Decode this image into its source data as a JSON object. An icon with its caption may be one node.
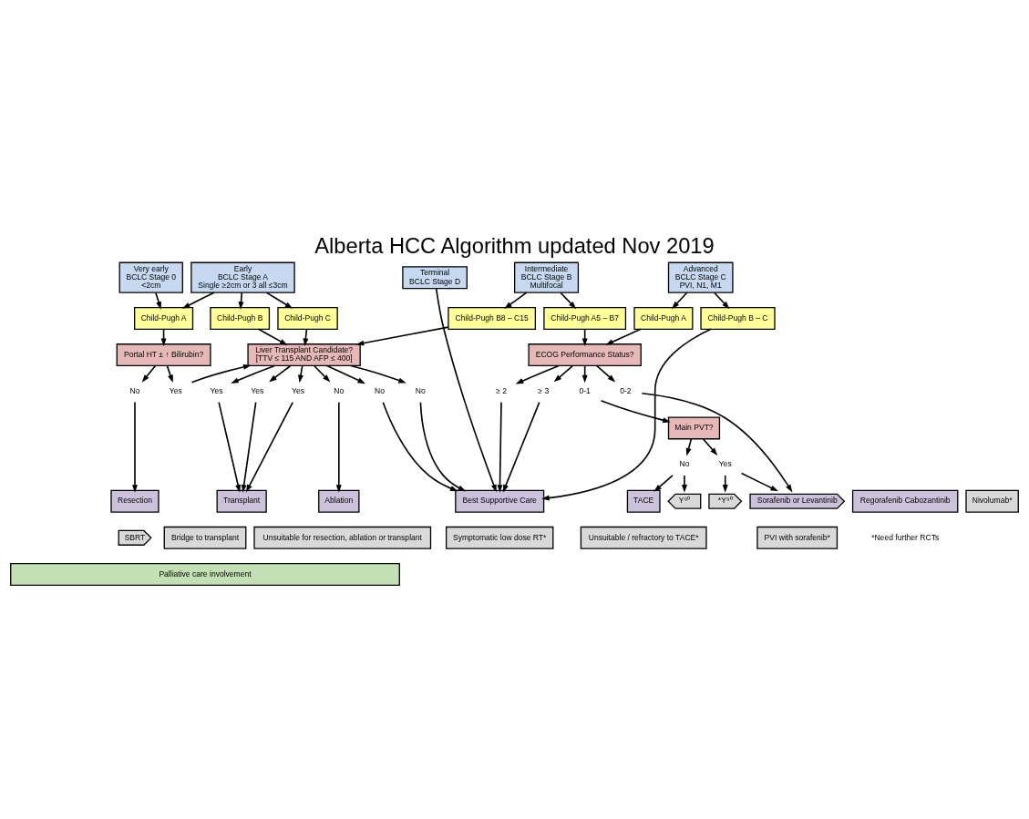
{
  "diagram": {
    "title": "Alberta HCC Algorithm updated Nov 2019",
    "nodes": [
      {
        "text": [
          "Very early",
          "BCLC Stage 0",
          "<2cm"
        ]
      },
      {
        "text": [
          "Early",
          "BCLC Stage A",
          "Single ≥2cm or 3 all ≤3cm"
        ]
      },
      {
        "text": [
          "Intermediate",
          "BCLC Stage B",
          "Multifocal"
        ]
      },
      {
        "text": [
          "Advanced",
          "BCLC Stage C",
          "PVI, N1, M1"
        ]
      },
      {
        "text": [
          "Terminal",
          "BCLC Stage D"
        ]
      },
      {
        "text": [
          "Child-Pugh A"
        ]
      },
      {
        "text": [
          "Child-Pugh B"
        ]
      },
      {
        "text": [
          "Child-Pugh C"
        ]
      },
      {
        "text": [
          "Child-Pugh B8 – C15"
        ]
      },
      {
        "text": [
          "Child-Pugh A5 – B7"
        ]
      },
      {
        "text": [
          "Child-Pugh A"
        ]
      },
      {
        "text": [
          "Child-Pugh B – C"
        ]
      },
      {
        "text": [
          "Portal HT ± ↑ Bilirubin?"
        ]
      },
      {
        "text": [
          "Liver Transplant Candidate?",
          "[TTV ≤ 115 AND AFP ≤ 400]"
        ]
      },
      {
        "text": [
          "ECOG Performance Status?"
        ]
      },
      {
        "text": [
          "No"
        ]
      },
      {
        "text": [
          "Yes"
        ]
      },
      {
        "text": [
          "No"
        ]
      },
      {
        "text": [
          "Yes"
        ]
      },
      {
        "text": [
          "Yes"
        ]
      },
      {
        "text": [
          "No"
        ]
      },
      {
        "text": [
          "Yes"
        ]
      },
      {
        "text": [
          "No"
        ]
      },
      {
        "text": [
          "0-1"
        ]
      },
      {
        "text": [
          "≥ 2"
        ]
      },
      {
        "text": [
          "0-2"
        ]
      },
      {
        "text": [
          "≥ 3"
        ]
      },
      {
        "text": [
          "Main PVT?"
        ]
      },
      {
        "text": [
          "No"
        ]
      },
      {
        "text": [
          "Yes"
        ]
      },
      {
        "text": [
          "Resection"
        ]
      },
      {
        "text": [
          "Ablation"
        ]
      },
      {
        "text": [
          "Transplant"
        ]
      },
      {
        "text": [
          "Y⁹⁰"
        ]
      },
      {
        "text": [
          "TACE"
        ]
      },
      {
        "text": [
          "*Y⁹⁰"
        ]
      },
      {
        "text": [
          "Sorafenib or Levantinib"
        ]
      },
      {
        "text": [
          "Regorafenib Cabozantinib"
        ]
      },
      {
        "text": [
          "Nivolumab*"
        ]
      },
      {
        "text": [
          "Best Supportive Care"
        ]
      },
      {
        "text": [
          "SBRT"
        ]
      },
      {
        "text": [
          "Unsuitable for resection, ablation or transplant"
        ]
      },
      {
        "text": [
          "Bridge to transplant"
        ]
      },
      {
        "text": [
          "Unsuitable / refractory to TACE*"
        ]
      },
      {
        "text": [
          "PVI with sorafenib*"
        ]
      },
      {
        "text": [
          "Symptomatic low dose RT*"
        ]
      },
      {
        "text": [
          "Palliative care involvement"
        ]
      }
    ],
    "edges": [
      {
        "from": 0,
        "to": 5,
        "arrow": "to"
      },
      {
        "from": 1,
        "to": 5,
        "arrow": "to"
      },
      {
        "from": 1,
        "to": 6,
        "arrow": "to"
      },
      {
        "from": 1,
        "to": 7,
        "arrow": "to"
      },
      {
        "from": 2,
        "to": 8,
        "arrow": "to"
      },
      {
        "from": 2,
        "to": 9,
        "arrow": "to"
      },
      {
        "from": 3,
        "to": 10,
        "arrow": "to"
      },
      {
        "from": 3,
        "to": 11,
        "arrow": "to"
      },
      {
        "from": 4,
        "to": 39,
        "arrow": "to"
      },
      {
        "from": 5,
        "to": 12,
        "arrow": "to"
      },
      {
        "from": 6,
        "to": 13,
        "arrow": "to"
      },
      {
        "from": 7,
        "to": 13,
        "arrow": "to"
      },
      {
        "from": 8,
        "to": 13,
        "arrow": "to"
      },
      {
        "from": 9,
        "to": 14,
        "arrow": "to"
      },
      {
        "from": 10,
        "to": 14,
        "arrow": "to"
      },
      {
        "from": 11,
        "to": 39,
        "arrow": "to"
      },
      {
        "from": 12,
        "to": 15,
        "arrow": "to"
      },
      {
        "from": 12,
        "to": 16,
        "arrow": "to"
      },
      {
        "from": 16,
        "to": 13,
        "arrow": "to"
      },
      {
        "from": 13,
        "to": 17,
        "arrow": "to"
      },
      {
        "from": 13,
        "to": 18,
        "arrow": "to"
      },
      {
        "from": 13,
        "to": 19,
        "arrow": "to"
      },
      {
        "from": 13,
        "to": 20,
        "arrow": "to"
      },
      {
        "from": 13,
        "to": 21,
        "arrow": "to"
      },
      {
        "from": 13,
        "to": 22,
        "arrow": "to"
      },
      {
        "from": 14,
        "to": 23,
        "arrow": "to"
      },
      {
        "from": 14,
        "to": 24,
        "arrow": "to"
      },
      {
        "from": 14,
        "to": 25,
        "arrow": "to"
      },
      {
        "from": 14,
        "to": 26,
        "arrow": "to"
      },
      {
        "from": 15,
        "to": 30,
        "arrow": "to"
      },
      {
        "from": 17,
        "to": 31,
        "arrow": "to"
      },
      {
        "from": 18,
        "to": 32,
        "arrow": "to"
      },
      {
        "from": 19,
        "to": 32,
        "arrow": "to"
      },
      {
        "from": 21,
        "to": 32,
        "arrow": "to"
      },
      {
        "from": 20,
        "to": 39,
        "arrow": "to"
      },
      {
        "from": 22,
        "to": 39,
        "arrow": "to"
      },
      {
        "from": 24,
        "to": 39,
        "arrow": "to"
      },
      {
        "from": 26,
        "to": 39,
        "arrow": "to"
      },
      {
        "from": 23,
        "to": 27,
        "arrow": "to"
      },
      {
        "from": 25,
        "to": 36,
        "arrow": "to"
      },
      {
        "from": 27,
        "to": 28,
        "arrow": "to"
      },
      {
        "from": 27,
        "to": 29,
        "arrow": "to"
      },
      {
        "from": 28,
        "to": 33,
        "arrow": "to"
      },
      {
        "from": 28,
        "to": 34,
        "arrow": "to"
      },
      {
        "from": 29,
        "to": 35,
        "arrow": "to"
      },
      {
        "from": 29,
        "to": 36,
        "arrow": "to"
      }
    ],
    "labels": [
      "*Need further RCTs"
    ]
  }
}
